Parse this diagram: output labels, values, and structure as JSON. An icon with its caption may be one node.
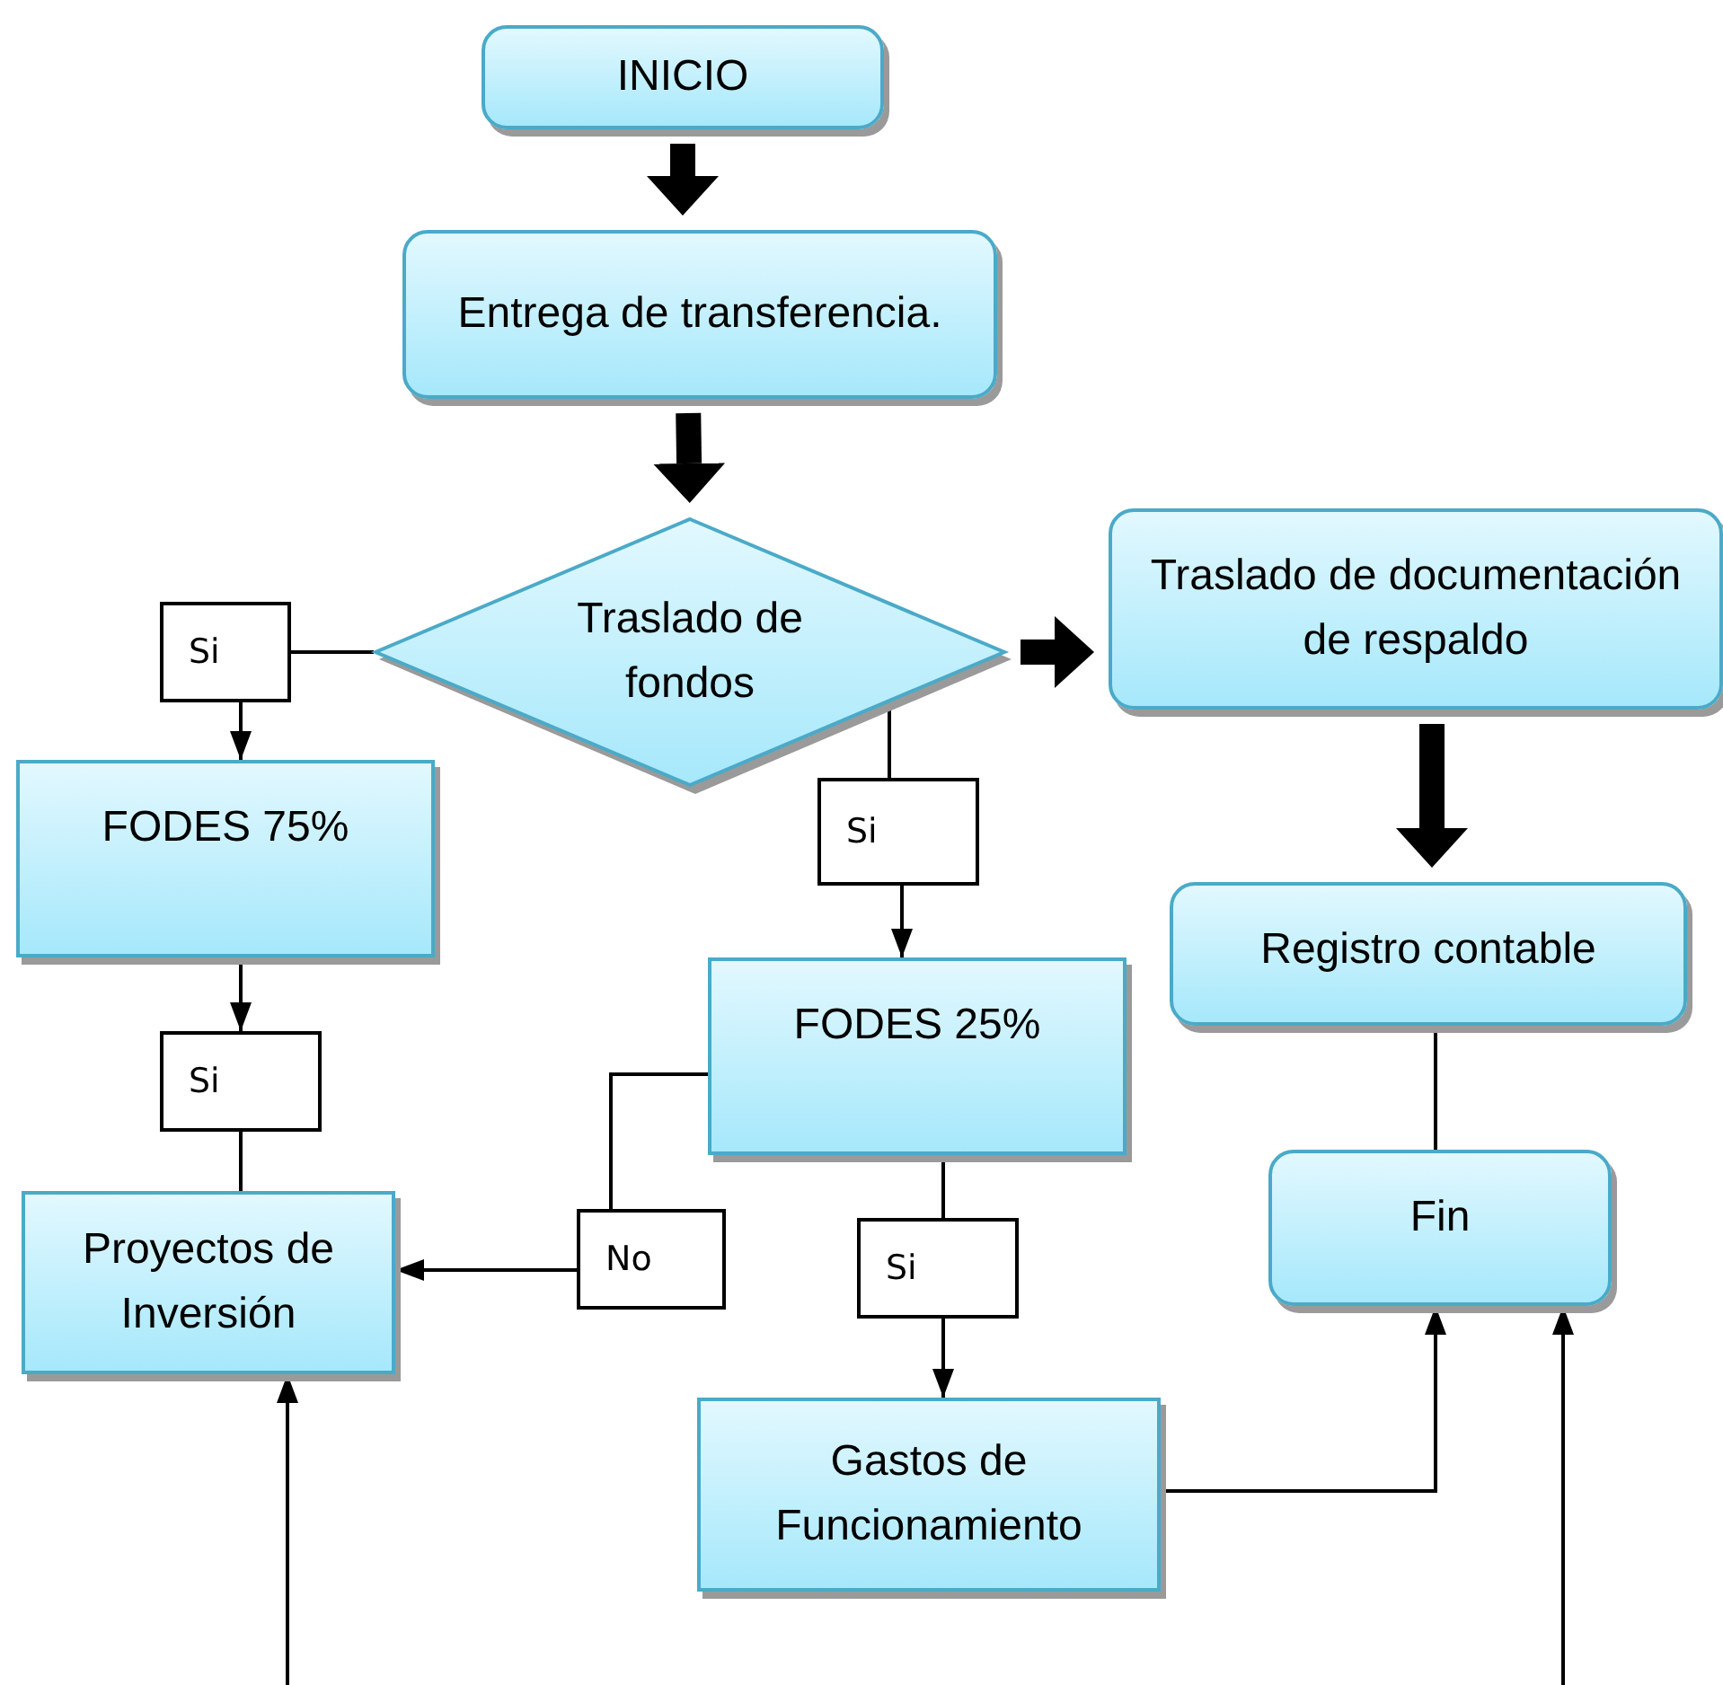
{
  "diagram": {
    "nodes": [
      {
        "text": [
          "INICIO"
        ]
      },
      {
        "text": [
          "Entrega de transferencia."
        ]
      },
      {
        "text": [
          "Traslado de fondos"
        ]
      },
      {
        "text": [
          "Si"
        ]
      },
      {
        "text": [
          "FODES 75%"
        ]
      },
      {
        "text": [
          "Si"
        ]
      },
      {
        "text": [
          "Proyectos de Inversión"
        ]
      },
      {
        "text": [
          "Traslado de documentación de respaldo"
        ]
      },
      {
        "text": [
          "Si"
        ]
      },
      {
        "text": [
          "FODES 25%"
        ]
      },
      {
        "text": [
          "Registro contable"
        ]
      },
      {
        "text": [
          "No"
        ]
      },
      {
        "text": [
          "Si"
        ]
      },
      {
        "text": [
          "Fin"
        ]
      },
      {
        "text": [
          "Gastos de Funcionamiento"
        ]
      }
    ],
    "edges": [
      {
        "from": 0,
        "to": 1,
        "arrow": "to",
        "style": "thick"
      },
      {
        "from": 1,
        "to": 2,
        "arrow": "to",
        "style": "thick"
      },
      {
        "from": 2,
        "to": 3,
        "arrow": "none"
      },
      {
        "from": 3,
        "to": 4,
        "arrow": "to"
      },
      {
        "from": 4,
        "to": 5,
        "arrow": "to"
      },
      {
        "from": 5,
        "to": 6,
        "arrow": "none"
      },
      {
        "from": 2,
        "to": 7,
        "arrow": "to",
        "style": "thick"
      },
      {
        "from": 2,
        "to": 8,
        "arrow": "none"
      },
      {
        "from": 8,
        "to": 9,
        "arrow": "to"
      },
      {
        "from": 9,
        "to": 11,
        "arrow": "none"
      },
      {
        "from": 11,
        "to": 6,
        "arrow": "to"
      },
      {
        "from": 9,
        "to": 12,
        "arrow": "none"
      },
      {
        "from": 12,
        "to": 14,
        "arrow": "to"
      },
      {
        "from": 7,
        "to": 10,
        "arrow": "to",
        "style": "thick"
      },
      {
        "from": 10,
        "to": 13,
        "arrow": "none"
      },
      {
        "from": 14,
        "to": 13,
        "arrow": "to"
      },
      {
        "from": null,
        "to": 6,
        "arrow": "to"
      },
      {
        "from": null,
        "to": 13,
        "arrow": "to"
      }
    ]
  }
}
